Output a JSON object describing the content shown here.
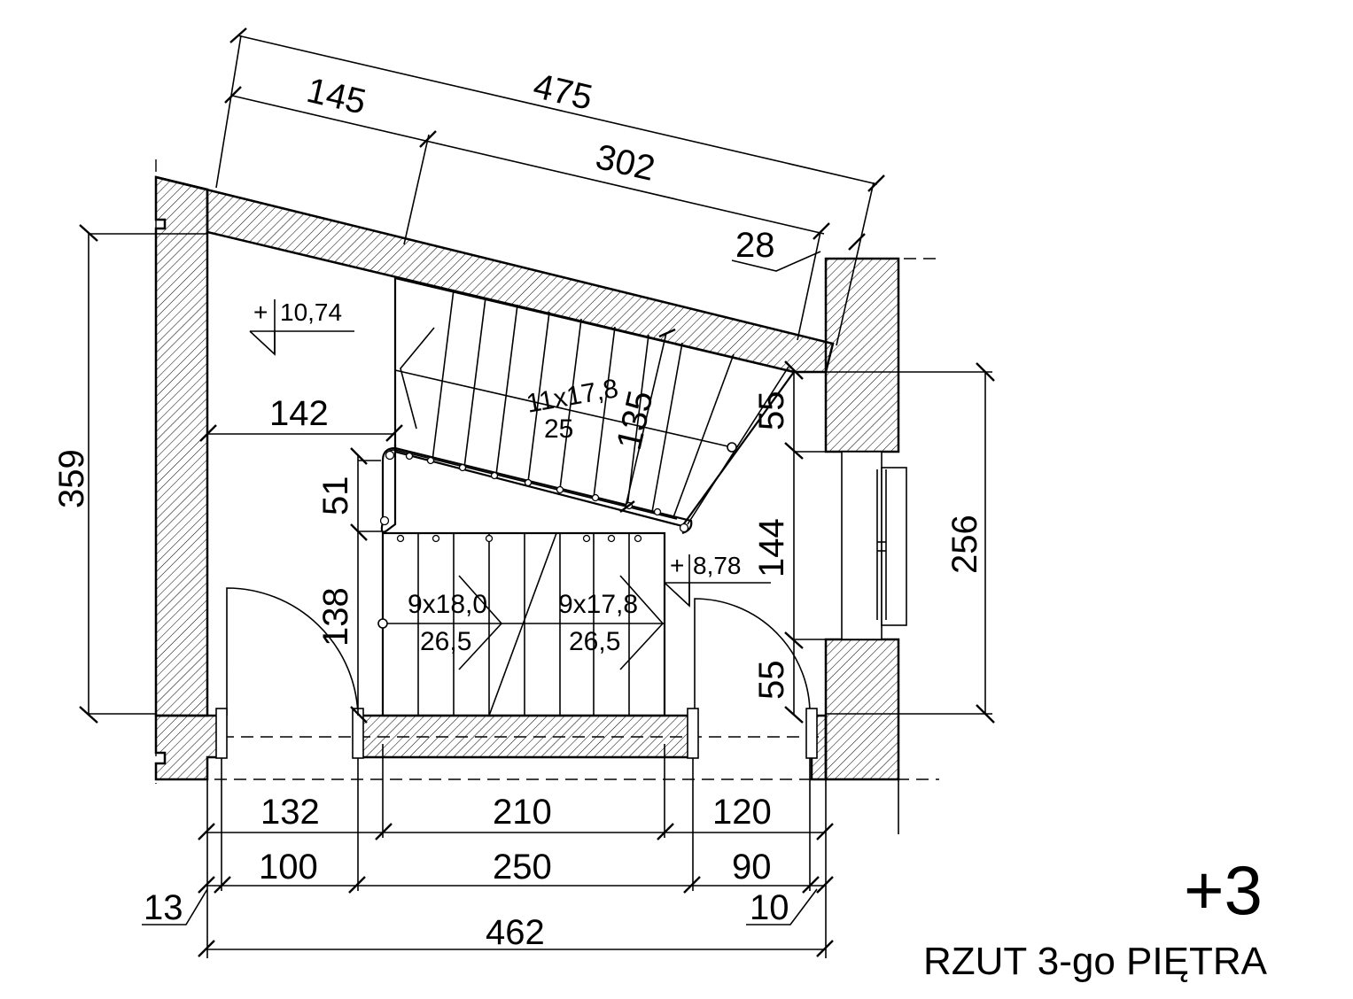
{
  "plan": {
    "title": "RZUT 3-go PIĘTRA",
    "floor_mark": "+3",
    "levels": {
      "upper": "10,74",
      "upper_sign": "+",
      "lower": "8,78",
      "lower_sign": "+"
    },
    "stairs": {
      "upper_flight": {
        "count_riser": "11x17,8",
        "tread": "25"
      },
      "lower_left": {
        "count_riser": "9x18,0",
        "tread": "26,5"
      },
      "lower_right": {
        "count_riser": "9x17,8",
        "tread": "26,5"
      }
    },
    "dims": {
      "d475": "475",
      "d145": "145",
      "d302": "302",
      "d28": "28",
      "d359": "359",
      "d142": "142",
      "d51": "51",
      "d138": "138",
      "d135": "135",
      "d55a": "55",
      "d144": "144",
      "d55b": "55",
      "d256": "256",
      "d132": "132",
      "d210": "210",
      "d120": "120",
      "d100": "100",
      "d250": "250",
      "d90": "90",
      "d13": "13",
      "d10": "10",
      "d462": "462"
    }
  }
}
